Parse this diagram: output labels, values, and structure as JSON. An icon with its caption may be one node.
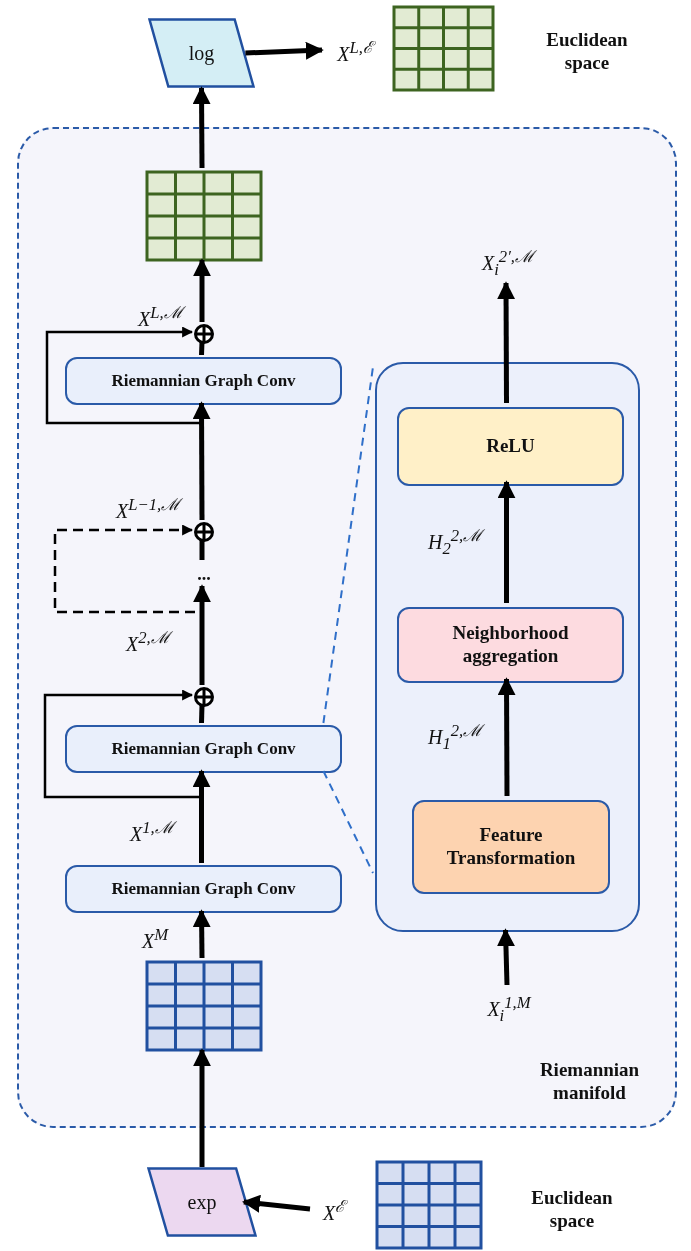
{
  "diagram": {
    "nodes": [
      {
        "text": [
          "log"
        ]
      },
      {
        "text": [
          "X$^{L,ℰ}$"
        ]
      },
      {
        "text": [
          "Riemannian manifold"
        ]
      },
      {
        "text": [],
        "shape": "grid",
        "in": 2
      },
      {
        "text": [],
        "shape": "circle",
        "in": 2
      },
      {
        "text": [
          "Riemannian Graph Conv"
        ],
        "in": 2
      },
      {
        "text": [],
        "shape": "circle",
        "in": 2
      },
      {
        "text": [
          "..."
        ],
        "in": 2
      },
      {
        "text": [],
        "shape": "circle",
        "in": 2
      },
      {
        "text": [
          "Riemannian Graph Conv"
        ],
        "in": 2
      },
      {
        "text": [
          "Riemannian Graph Conv"
        ],
        "in": 2
      },
      {
        "text": [],
        "shape": "grid",
        "in": 2
      },
      {
        "text": [
          "exp"
        ]
      },
      {
        "text": [
          "X$^{ℰ}$"
        ]
      },
      {
        "text": [],
        "shape": "box",
        "in": 2
      },
      {
        "text": [
          "ReLU"
        ],
        "in": 14
      },
      {
        "text": [
          "Neighborhood aggregation"
        ],
        "in": 14
      },
      {
        "text": [
          "Feature Transformation"
        ],
        "in": 14
      },
      {
        "text": [
          "X$_{i}$$^{2′,ℳ}$"
        ],
        "in": 2
      },
      {
        "text": [
          "X$_{i}$$^{1,M}$"
        ],
        "in": 2
      }
    ],
    "edges": [
      {
        "from": 3,
        "to": 0,
        "arrow": "to"
      },
      {
        "from": 0,
        "to": 1,
        "arrow": "to"
      },
      {
        "from": 4,
        "to": 3,
        "arrow": "to",
        "label": "X$^{L,ℳ}$"
      },
      {
        "from": 5,
        "to": 4,
        "arrow": "none"
      },
      {
        "from": 6,
        "to": 4,
        "arrow": "to"
      },
      {
        "from": 6,
        "to": 5,
        "arrow": "to",
        "label": "X$^{L−1,ℳ}$"
      },
      {
        "from": 7,
        "to": 6,
        "arrow": "none"
      },
      {
        "from": 8,
        "to": 6,
        "arrow": "to",
        "style": "dashed"
      },
      {
        "from": 8,
        "to": 7,
        "arrow": "to",
        "label": "X$^{2,ℳ}$"
      },
      {
        "from": 9,
        "to": 8,
        "arrow": "none"
      },
      {
        "from": 10,
        "to": 8,
        "arrow": "to"
      },
      {
        "from": 10,
        "to": 9,
        "arrow": "to",
        "label": "X$^{1,ℳ}$"
      },
      {
        "from": 11,
        "to": 10,
        "arrow": "to",
        "label": "X$^{M}$"
      },
      {
        "from": 12,
        "to": 11,
        "arrow": "to"
      },
      {
        "from": 13,
        "to": 12,
        "arrow": "to"
      },
      {
        "from": 9,
        "to": 14,
        "arrow": "none",
        "style": "dashed",
        "color": "#2f6fc9"
      },
      {
        "from": 9,
        "to": 14,
        "arrow": "none",
        "style": "dashed",
        "color": "#2f6fc9"
      },
      {
        "from": 19,
        "to": 14,
        "arrow": "to"
      },
      {
        "from": 17,
        "to": 16,
        "arrow": "to",
        "label": "H$_{1}$$^{2,ℳ}$"
      },
      {
        "from": 16,
        "to": 15,
        "arrow": "to",
        "label": "H$_{2}$$^{2,ℳ}$"
      },
      {
        "from": 15,
        "to": 18,
        "arrow": "to"
      }
    ],
    "labels": [
      "Euclidean space",
      "Euclidean space"
    ]
  }
}
